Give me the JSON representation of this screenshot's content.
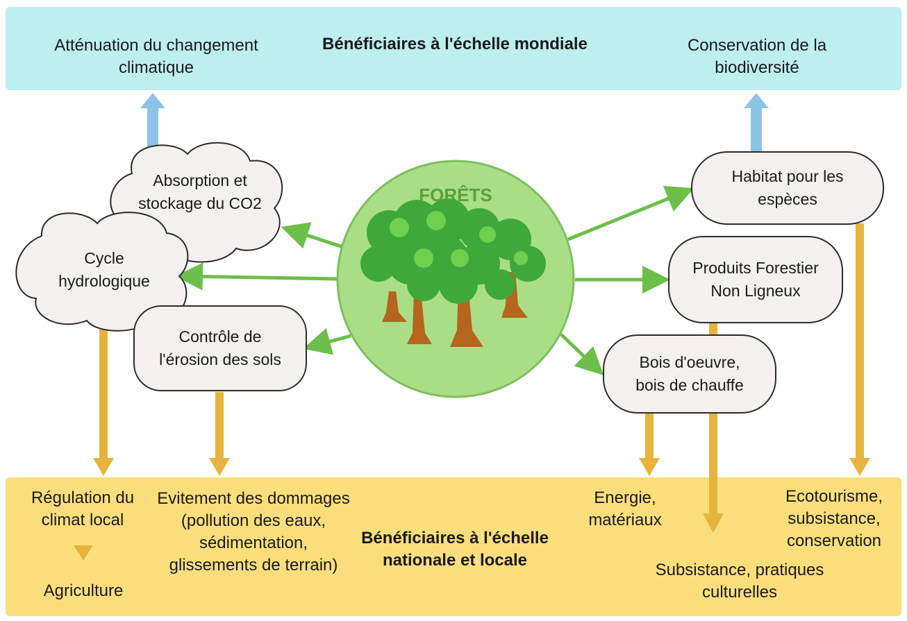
{
  "global": {
    "title": "Bénéficiaires à l'échelle mondiale",
    "climate": "Atténuation du changement climatique",
    "biodiversity": "Conservation de la biodiversité"
  },
  "center": {
    "label": "FORÊTS"
  },
  "nodes": {
    "co2": "Absorption et stockage du CO2",
    "hydro": "Cycle hydrologique",
    "erosion": "Contrôle de l'érosion des sols",
    "habitat": "Habitat pour les espèces",
    "pfnl": "Produits Forestier Non Ligneux",
    "wood": "Bois d'oeuvre, bois de chauffe"
  },
  "local": {
    "title": "Bénéficiaires à l'échelle nationale et locale",
    "climate_local": "Régulation du climat local",
    "agriculture": "Agriculture",
    "damages": "Evitement des dommages (pollution des eaux, sédimentation, glissements de terrain)",
    "energy": "Energie, matériaux",
    "subsistence": "Subsistance, pratiques culturelles",
    "ecotourism": "Ecotourisme, subsistance, conservation"
  },
  "colors": {
    "global_band": "#bdeef0",
    "local_band": "#fbde7c",
    "green_arrow": "#6cbf4a",
    "blue_arrow": "#8cc4e8",
    "gold_arrow": "#e6b43c",
    "forest_circle": "#a9dd86"
  }
}
